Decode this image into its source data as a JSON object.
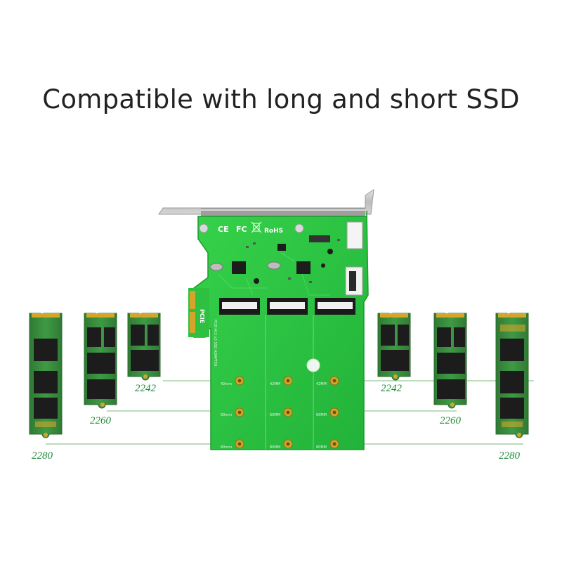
{
  "headline": "Compatible with long and short SSD",
  "card": {
    "markings": [
      "CE",
      "FC",
      "RoHS"
    ],
    "interface_label": "PCIE",
    "slot_marks": {
      "s42": "42mm",
      "s42b": "42MM",
      "s60": "60mm",
      "s60b": "60MM",
      "s80": "80mm",
      "s80b": "80MM"
    }
  },
  "ssd_sizes": {
    "left_2242": "2242",
    "left_2260": "2260",
    "left_2280": "2280",
    "right_2242": "2242",
    "right_2260": "2260",
    "right_2280": "2280"
  },
  "colors": {
    "pcb_green": "#2ecc40",
    "ssd_green": "#3a8a3a",
    "chip": "#1c1c1c",
    "gold": "#d4a528",
    "bracket": "#c8c8c8",
    "label_green": "#1f8a3a",
    "line_green": "#5aa35a"
  }
}
